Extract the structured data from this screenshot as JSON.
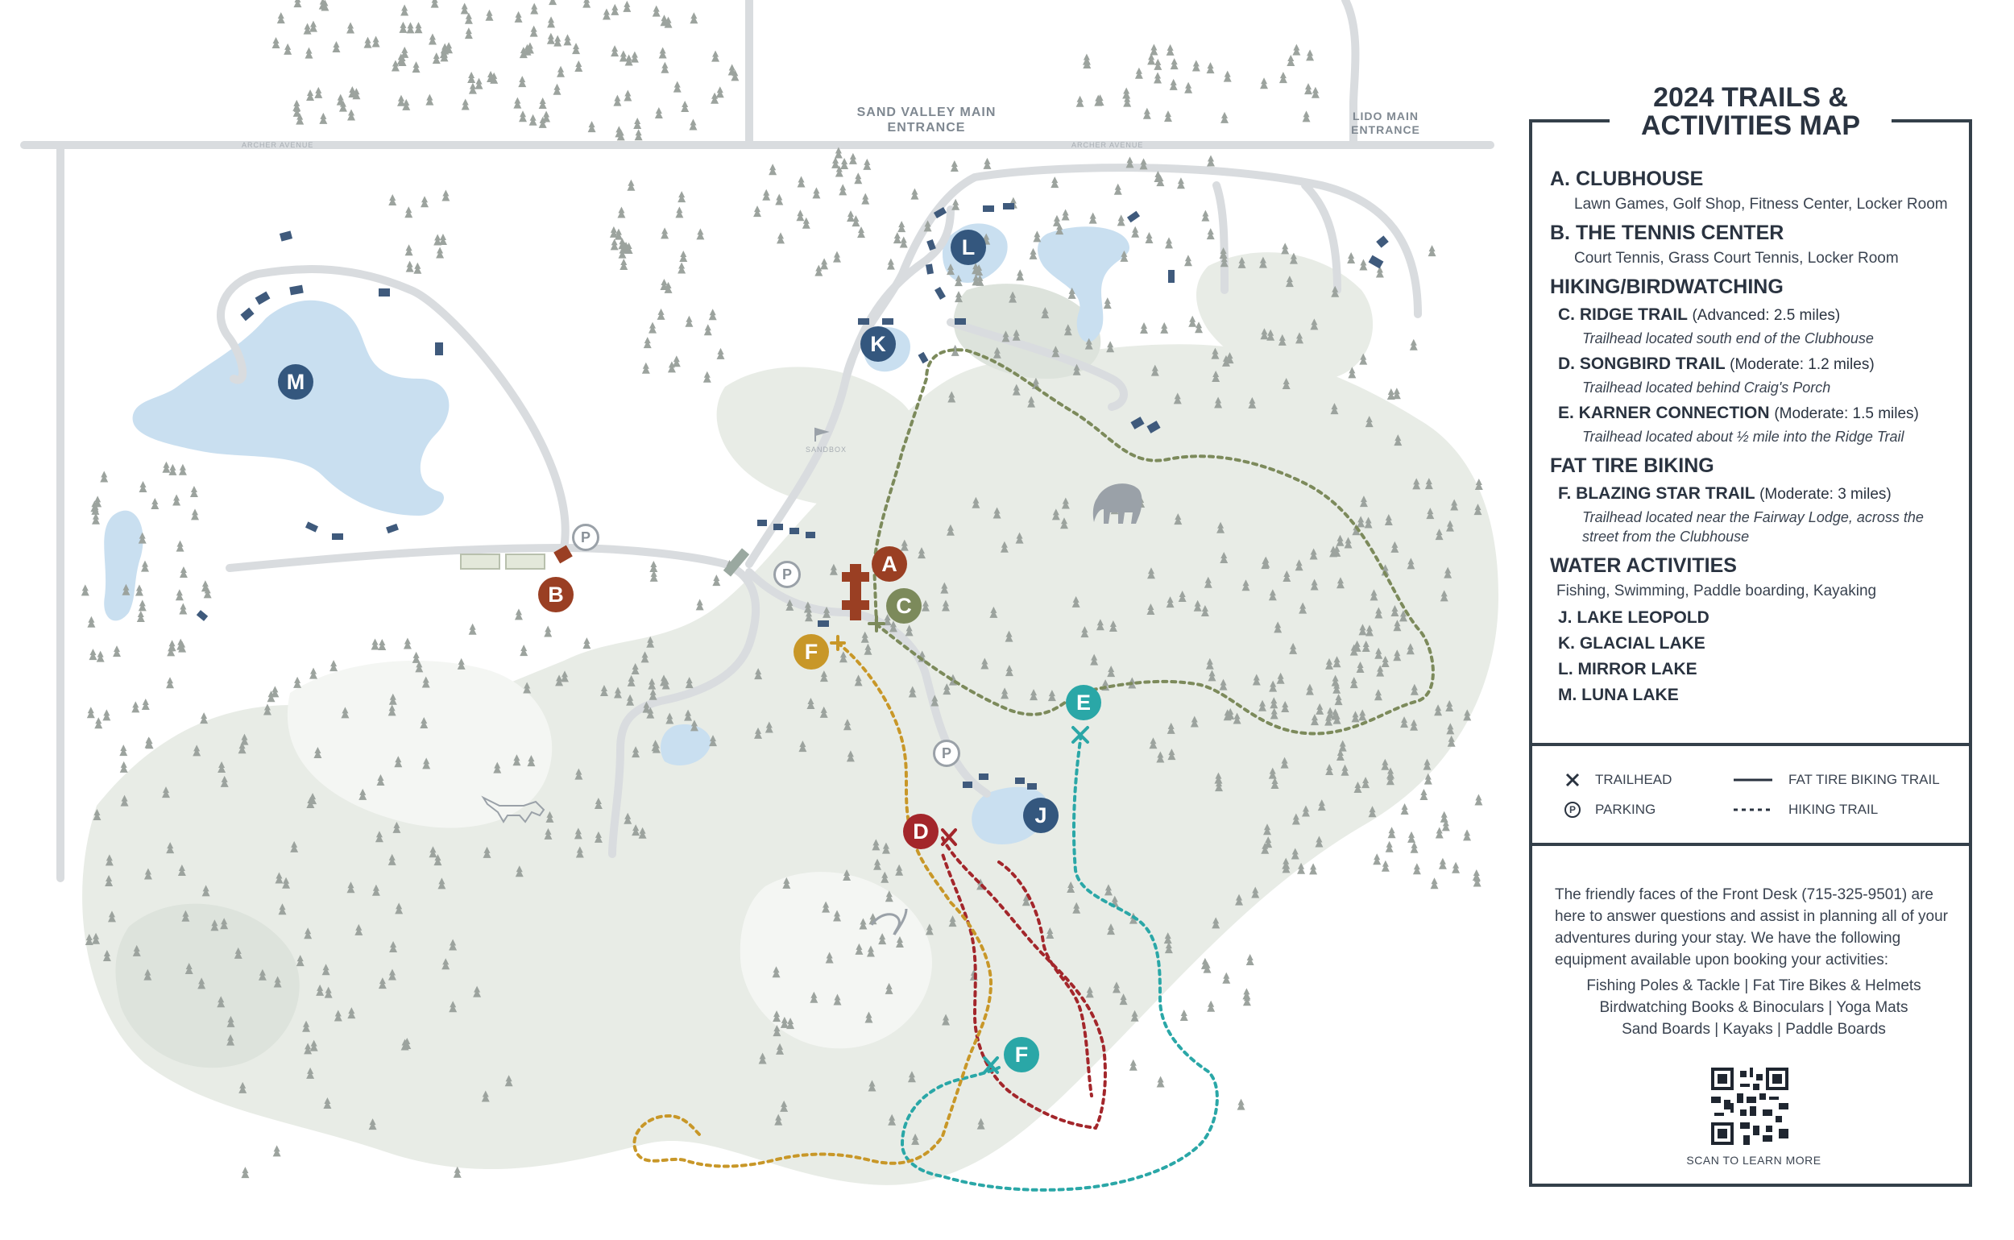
{
  "map": {
    "entrances": {
      "sand_valley": [
        "SAND VALLEY MAIN",
        "ENTRANCE"
      ],
      "lido": [
        "LIDO MAIN",
        "ENTRANCE"
      ]
    },
    "road_labels": [
      "ARCHER AVENUE",
      "ARCHER AVENUE"
    ],
    "sandbox_label": "SANDBOX",
    "parking_symbol": "P",
    "markers": [
      {
        "label": "A",
        "color": "#9a3f23"
      },
      {
        "label": "B",
        "color": "#9a3f23"
      },
      {
        "label": "C",
        "color": "#7c8a5b"
      },
      {
        "label": "D",
        "color": "#a3262b"
      },
      {
        "label": "E",
        "color": "#2aa7a7"
      },
      {
        "label": "F",
        "color": "#c89728"
      },
      {
        "label": "F",
        "color": "#2aa7a7"
      },
      {
        "label": "J",
        "color": "#34577e"
      },
      {
        "label": "K",
        "color": "#34577e"
      },
      {
        "label": "L",
        "color": "#34577e"
      },
      {
        "label": "M",
        "color": "#34577e"
      }
    ],
    "colors": {
      "land": "#e8ece6",
      "water": "#c9dff0",
      "road": "#d9dcdf",
      "trees": "#9ca39e",
      "trail_c": "#7c8a5b",
      "trail_d": "#a3262b",
      "trail_e": "#2aa7a7",
      "trail_f": "#c89728",
      "buildings": "#3f5a7c"
    },
    "icons": [
      "mammoth-icon",
      "fox-icon",
      "moose-icon",
      "flag-icon"
    ]
  },
  "legend": {
    "title_line1": "2024 TRAILS &",
    "title_line2": "ACTIVITIES MAP",
    "clubhouse": {
      "heading": "A. CLUBHOUSE",
      "detail": "Lawn Games, Golf Shop, Fitness Center, Locker Room"
    },
    "tennis": {
      "heading": "B. THE TENNIS CENTER",
      "detail": "Court Tennis, Grass Court Tennis, Locker Room"
    },
    "hiking": {
      "heading": "HIKING/BIRDWATCHING",
      "trails": [
        {
          "name": "C. RIDGE TRAIL",
          "note": "(Advanced: 2.5 miles)",
          "desc": "Trailhead located south end of the Clubhouse"
        },
        {
          "name": "D. SONGBIRD TRAIL",
          "note": "(Moderate: 1.2 miles)",
          "desc": "Trailhead located behind Craig's Porch"
        },
        {
          "name": "E. KARNER CONNECTION",
          "note": "(Moderate: 1.5 miles)",
          "desc": "Trailhead located about ½ mile into the Ridge Trail"
        }
      ]
    },
    "biking": {
      "heading": "FAT TIRE BIKING",
      "name": "F. BLAZING STAR TRAIL",
      "note": "(Moderate: 3 miles)",
      "desc": "Trailhead located near the Fairway Lodge, across the street from the Clubhouse"
    },
    "water": {
      "heading": "WATER ACTIVITIES",
      "detail": "Fishing, Swimming, Paddle boarding, Kayaking",
      "lakes": [
        "J. LAKE LEOPOLD",
        "K. GLACIAL LAKE",
        "L. MIRROR LAKE",
        "M. LUNA LAKE"
      ]
    },
    "key": {
      "trailhead": "TRAILHEAD",
      "parking": "PARKING",
      "fat_tire": "FAT TIRE BIKING TRAIL",
      "hiking": "HIKING TRAIL"
    },
    "front_desk": "The friendly faces of the Front Desk (715-325-9501) are here to answer questions and assist in planning all of your adventures during your stay. We have the following equipment available upon booking your activities:",
    "equipment": [
      "Fishing Poles & Tackle | Fat Tire Bikes & Helmets",
      "Birdwatching Books & Binoculars | Yoga Mats",
      "Sand Boards | Kayaks | Paddle Boards"
    ],
    "scan": "SCAN TO LEARN MORE"
  }
}
